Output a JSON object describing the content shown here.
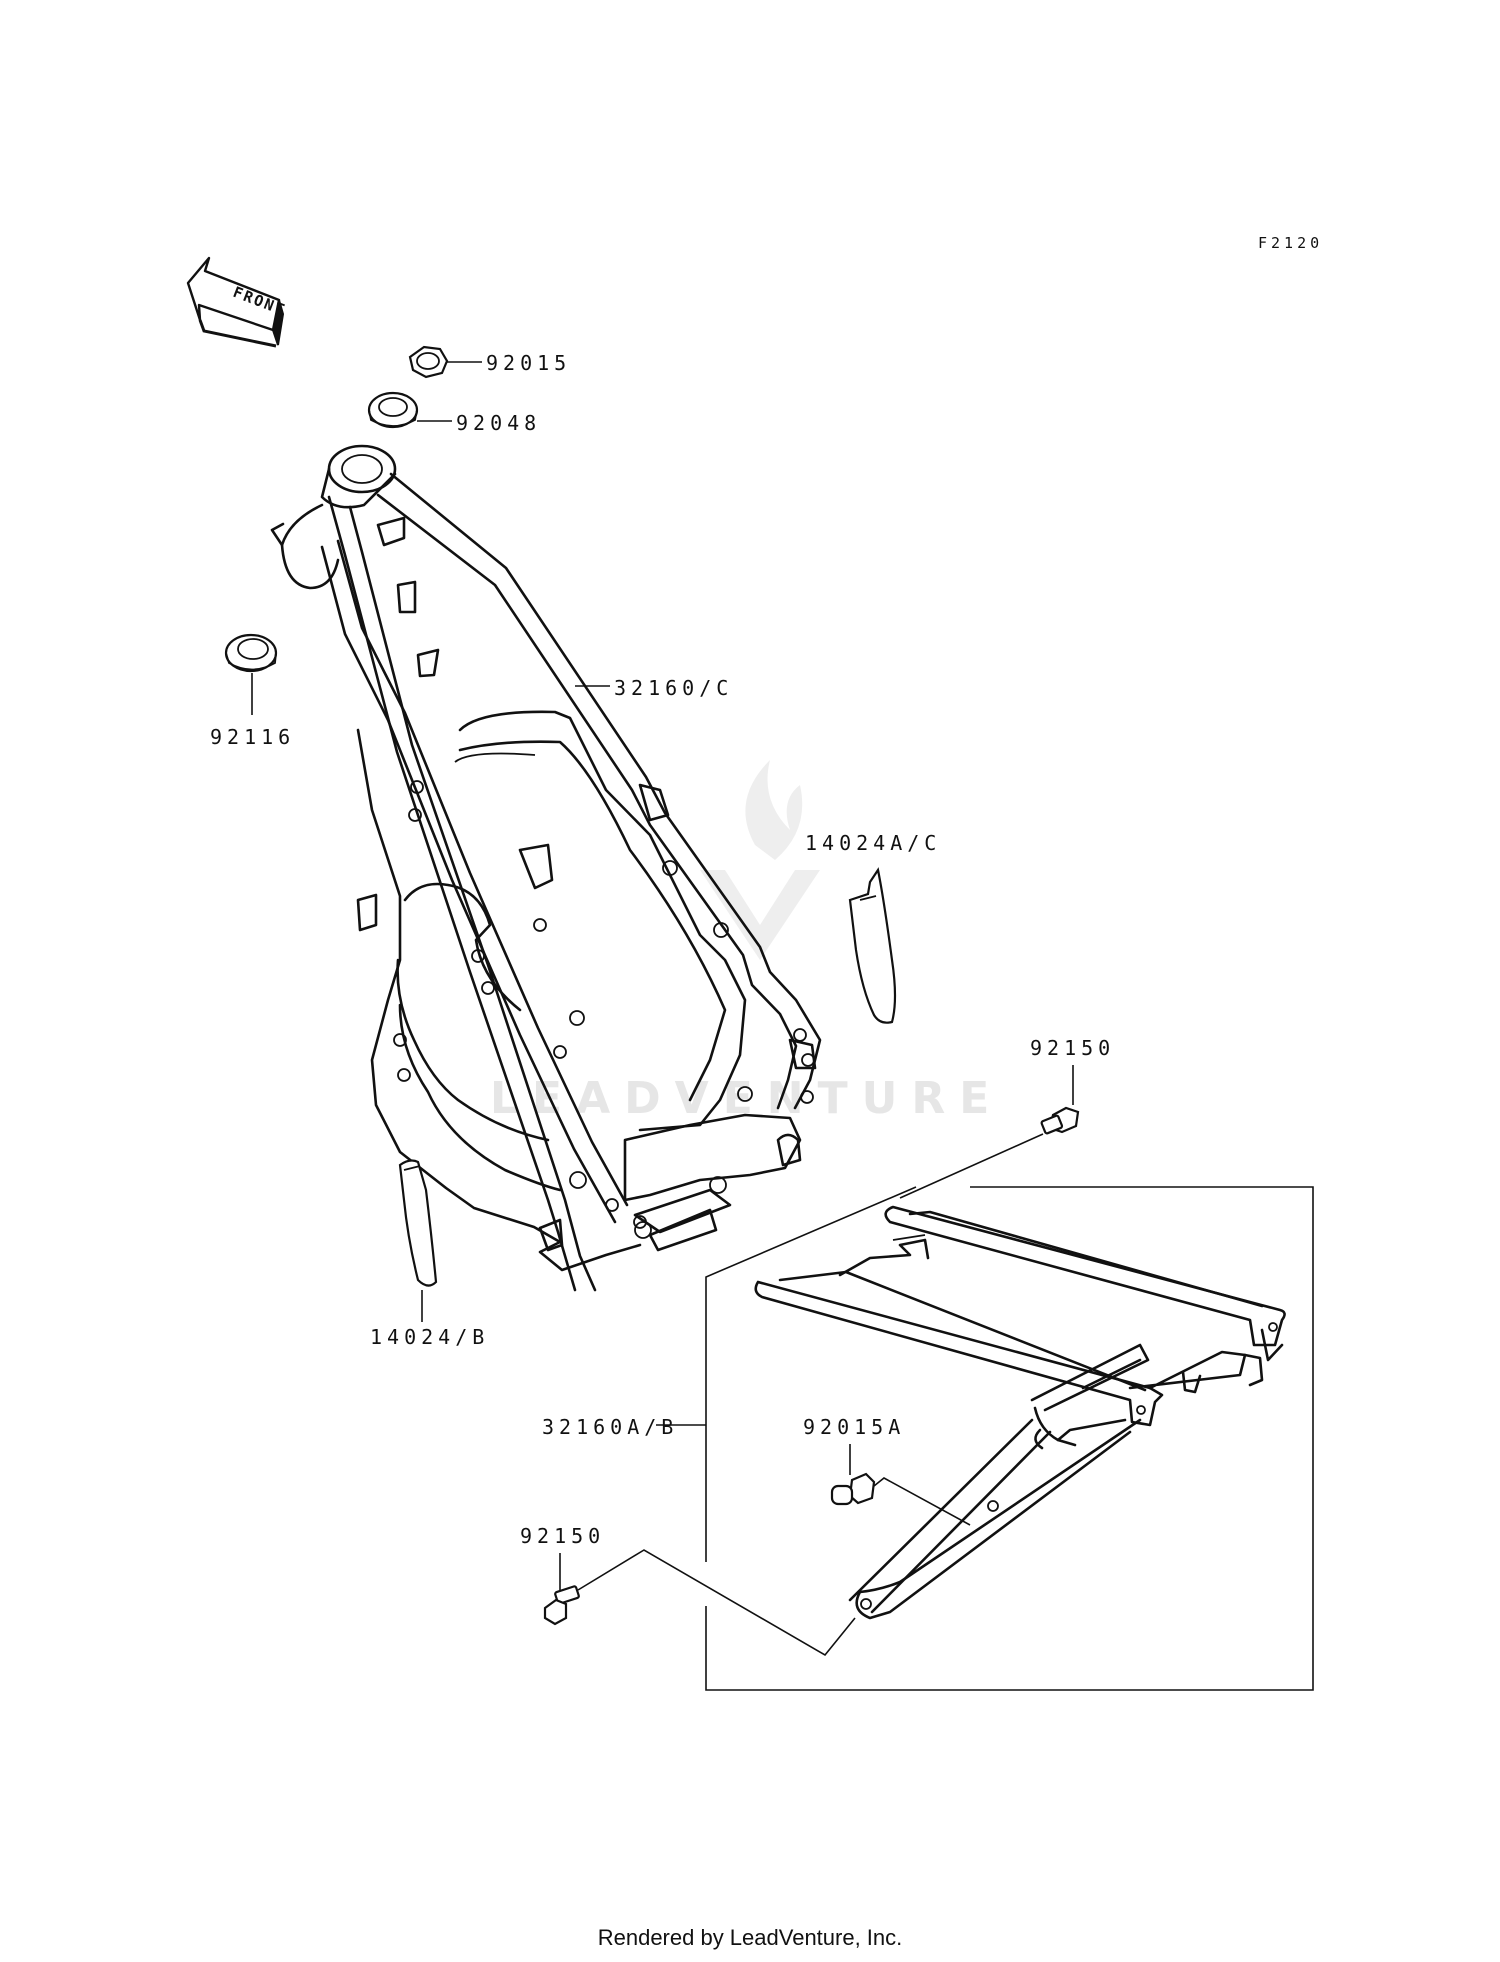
{
  "diagram_code": "F2120",
  "front_arrow_text": "FRONT",
  "watermark_text": "LEADVENTURE",
  "callouts": {
    "nut_top": "92015",
    "bearing_top": "92048",
    "bearing_lower": "92116",
    "main_frame": "32160/C",
    "guard_right": "14024A/C",
    "guard_left": "14024/B",
    "bolt_upper": "92150",
    "subframe": "32160A/B",
    "nut_subframe": "92015A",
    "bolt_lower": "92150"
  },
  "footer_text": "Rendered by LeadVenture, Inc."
}
